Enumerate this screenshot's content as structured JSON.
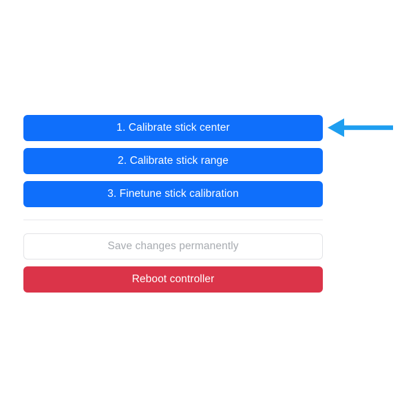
{
  "page": {
    "background_color": "#ffffff"
  },
  "panel": {
    "primary_buttons": [
      {
        "label": "1. Calibrate stick center"
      },
      {
        "label": "2. Calibrate stick range"
      },
      {
        "label": "3. Finetune stick calibration"
      }
    ],
    "save_button": {
      "label": "Save changes permanently",
      "state": "disabled"
    },
    "reboot_button": {
      "label": "Reboot controller"
    }
  },
  "annotation": {
    "arrow": {
      "icon": "arrow-left-icon",
      "direction": "left",
      "points_at": "1. Calibrate stick center",
      "color": "#1e9ef0"
    }
  },
  "colors": {
    "primary": "#0f6ffb",
    "danger": "#db3449",
    "disabled_text": "#a7abb0",
    "disabled_border": "#e2e3e6",
    "divider": "#e7e7ec",
    "button_text": "#ffffff",
    "arrow": "#1e9ef0"
  }
}
